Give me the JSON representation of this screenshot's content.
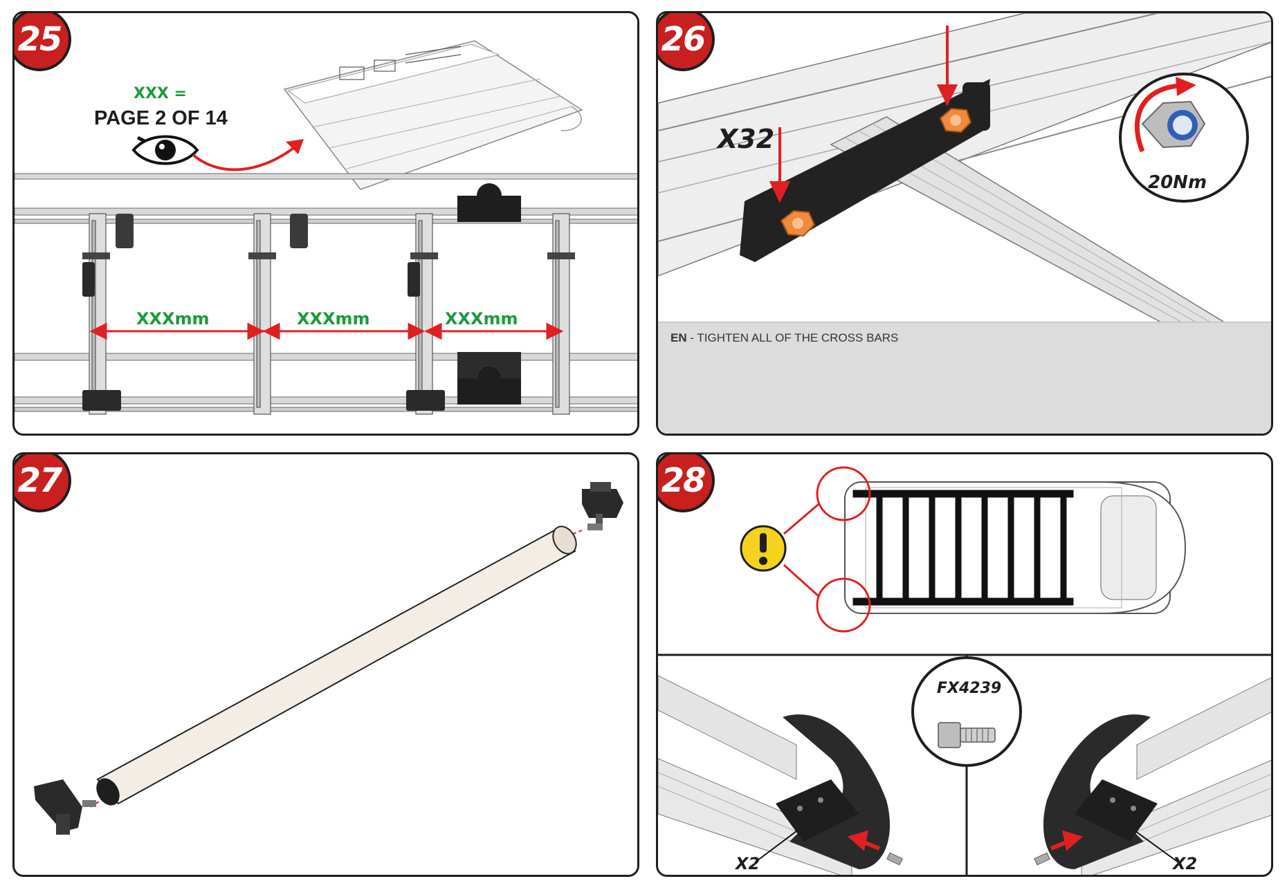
{
  "steps": [
    {
      "number": "25"
    },
    {
      "number": "26"
    },
    {
      "number": "27"
    },
    {
      "number": "28"
    }
  ],
  "step25": {
    "equation_label": "XXX =",
    "page_ref": "PAGE 2 OF 14",
    "dimensions": [
      "XXXmm",
      "XXXmm",
      "XXXmm"
    ]
  },
  "step26": {
    "quantity": "X32",
    "torque": "20Nm",
    "instruction_lang": "EN",
    "instruction_text": " - TIGHTEN ALL OF THE CROSS BARS"
  },
  "step28": {
    "part_code": "FX4239",
    "left_quantity": "X2",
    "right_quantity": "X2"
  },
  "colors": {
    "badge_red": "#c8201f",
    "arrow_red": "#e02020",
    "label_green": "#1b9a3c",
    "nut_orange": "#f08a3c",
    "warning_yellow": "#f5d31c"
  }
}
